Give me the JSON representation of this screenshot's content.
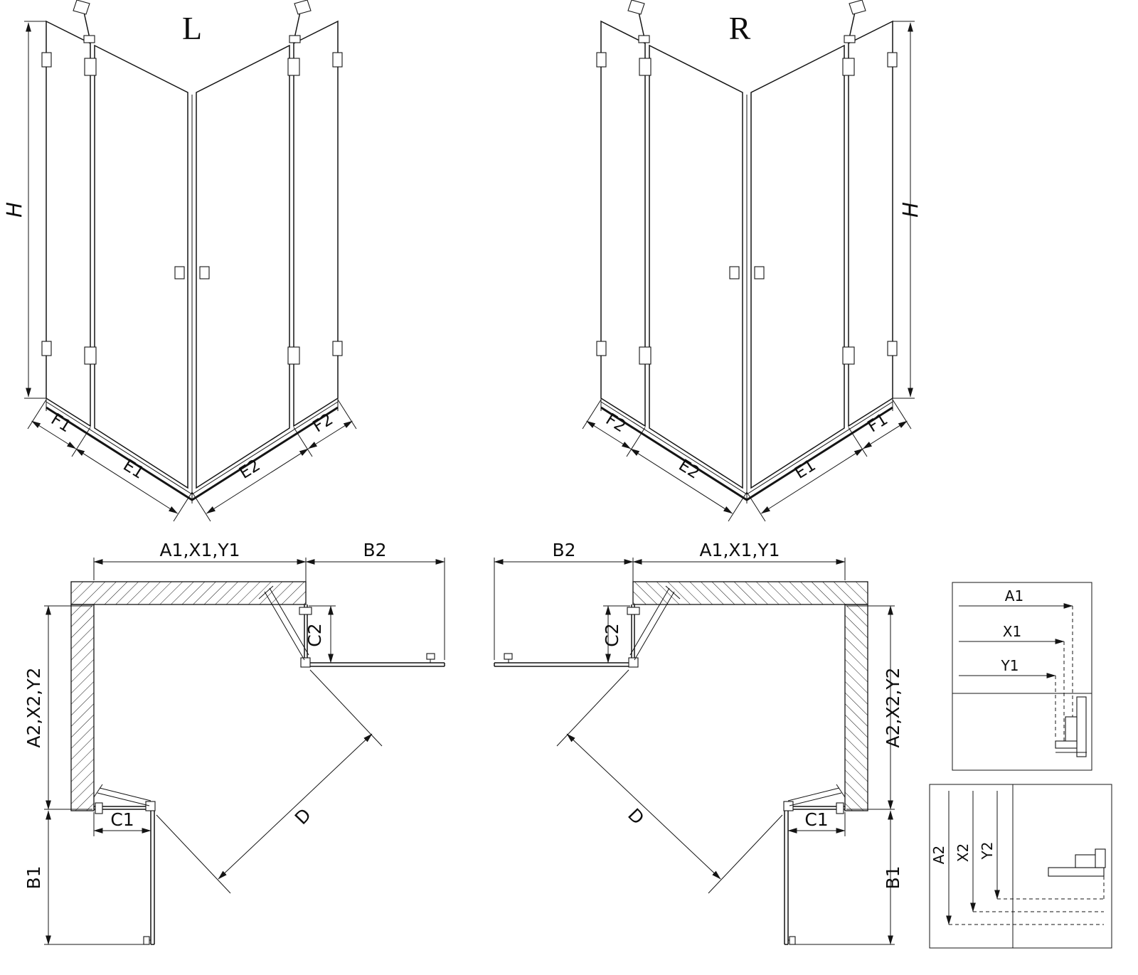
{
  "drawing": {
    "background": "#ffffff",
    "line_color": "#141414"
  },
  "perspective_left": {
    "label": "L",
    "dim_height": "H",
    "dims_bottom": [
      "F1",
      "E1",
      "E2",
      "F2"
    ]
  },
  "perspective_right": {
    "label": "R",
    "dim_height": "H",
    "dims_bottom": [
      "F2",
      "E2",
      "E1",
      "F1"
    ]
  },
  "plan_left": {
    "dim_width_top": "A1,X1,Y1",
    "dim_door_reach_side": "B2",
    "dim_depth_side": "A2,X2,Y2",
    "dim_fixed_side": "C2",
    "dim_fixed_bottom": "C1",
    "dim_door_reach_bottom": "B1",
    "dim_entry_diagonal": "D"
  },
  "plan_right": {
    "dim_width_top": "A1,X1,Y1",
    "dim_door_reach_side": "B2",
    "dim_depth_side": "A2,X2,Y2",
    "dim_fixed_side": "C2",
    "dim_fixed_bottom": "C1",
    "dim_door_reach_bottom": "B1",
    "dim_entry_diagonal": "D"
  },
  "inset_top": {
    "labels": [
      "A1",
      "X1",
      "Y1"
    ]
  },
  "inset_bottom": {
    "labels": [
      "A2",
      "X2",
      "Y2"
    ]
  }
}
